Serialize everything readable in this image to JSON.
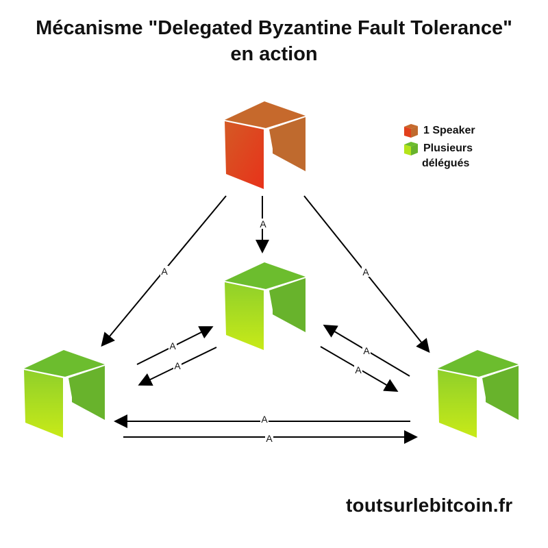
{
  "title": {
    "line1": "Mécanisme \"Delegated Byzantine Fault Tolerance\"",
    "line2": "en action"
  },
  "legend": {
    "speaker_label": "1 Speaker",
    "delegates_label_line1": "Plusieurs",
    "delegates_label_line2": "délégués"
  },
  "colors": {
    "speaker_top": "#c6692c",
    "speaker_front": "#e2401c",
    "speaker_side": "#bf6a2e",
    "delegate_top": "#6cbd2e",
    "delegate_front": "#b5e41a",
    "delegate_side": "#68b32c"
  },
  "nodes": [
    {
      "id": "speaker",
      "role": "speaker",
      "icon": "neo-cube-icon"
    },
    {
      "id": "delegate-center",
      "role": "delegate",
      "icon": "neo-cube-icon"
    },
    {
      "id": "delegate-left",
      "role": "delegate",
      "icon": "neo-cube-icon"
    },
    {
      "id": "delegate-right",
      "role": "delegate",
      "icon": "neo-cube-icon"
    }
  ],
  "edges": [
    {
      "from": "speaker",
      "to": "delegate-center",
      "label": "A"
    },
    {
      "from": "speaker",
      "to": "delegate-left",
      "label": "A"
    },
    {
      "from": "speaker",
      "to": "delegate-right",
      "label": "A"
    },
    {
      "from": "delegate-left",
      "to": "delegate-center",
      "label": "A"
    },
    {
      "from": "delegate-center",
      "to": "delegate-left",
      "label": "A"
    },
    {
      "from": "delegate-right",
      "to": "delegate-center",
      "label": "A"
    },
    {
      "from": "delegate-center",
      "to": "delegate-right",
      "label": "A"
    },
    {
      "from": "delegate-right",
      "to": "delegate-left",
      "label": "A"
    },
    {
      "from": "delegate-left",
      "to": "delegate-right",
      "label": "A"
    }
  ],
  "footer": "toutsurlebitcoin.fr"
}
